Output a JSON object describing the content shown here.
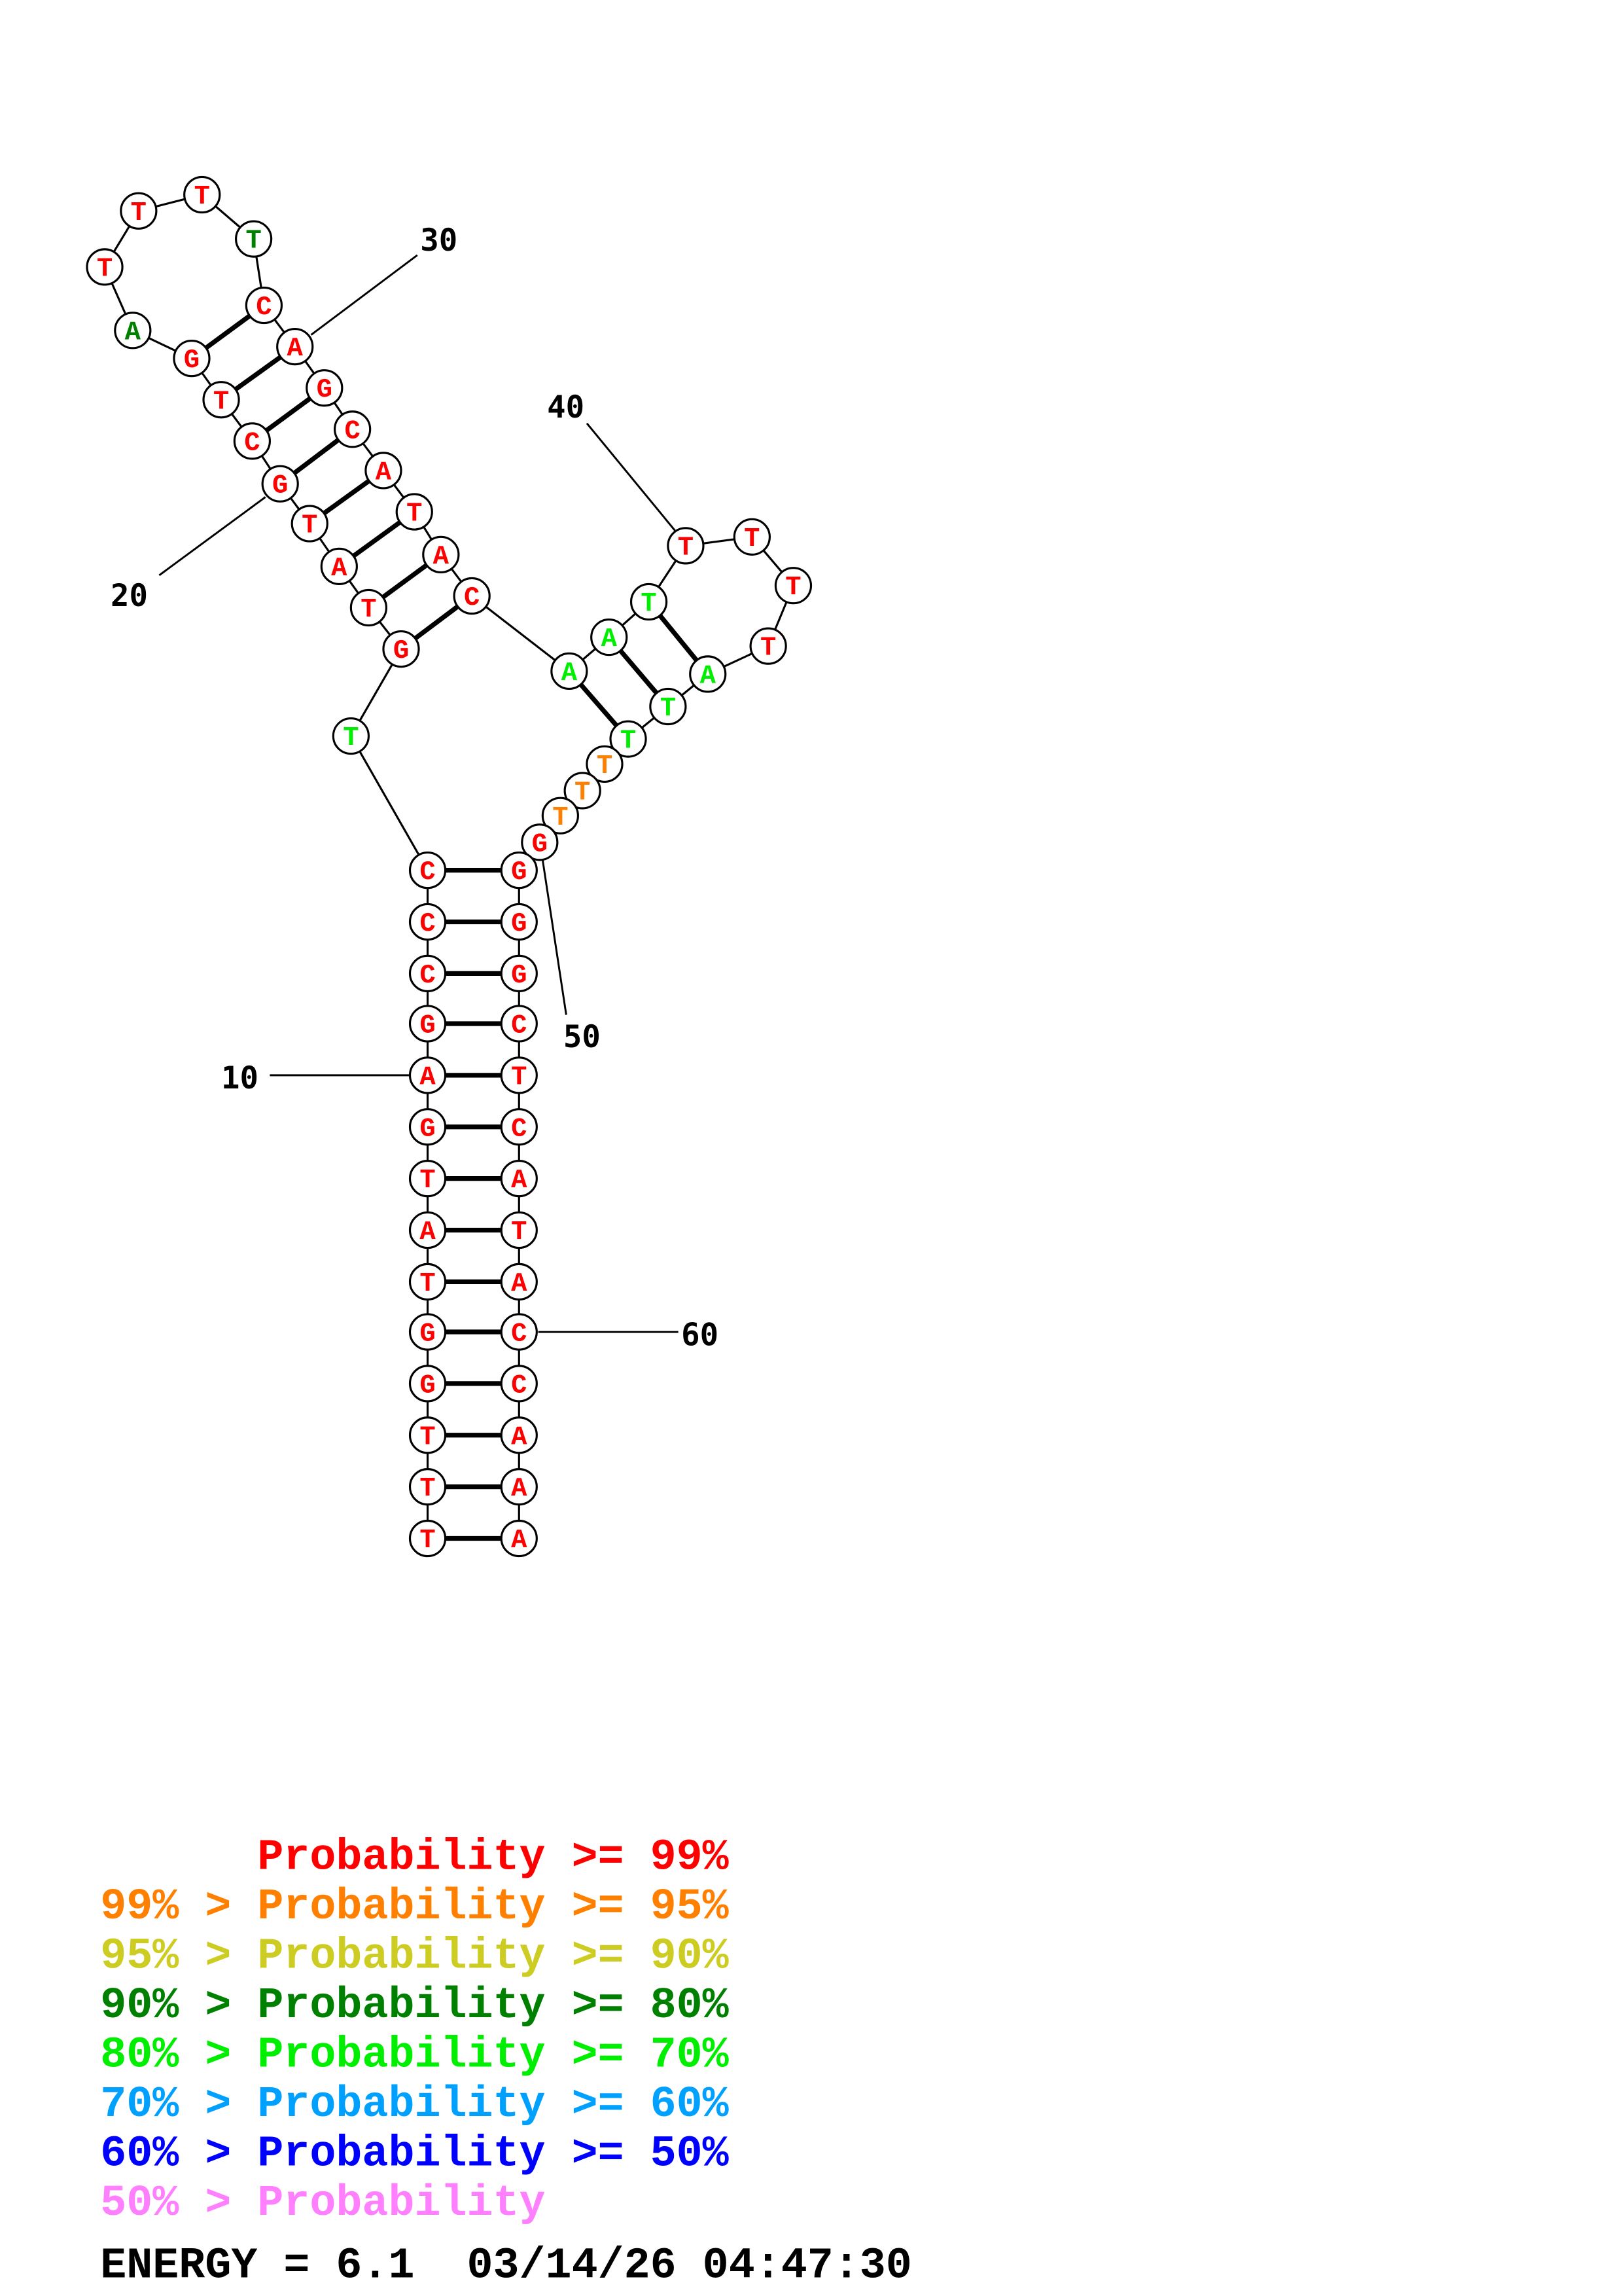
{
  "diagram": {
    "type": "RNA/DNA secondary structure",
    "sequence": [
      "T",
      "T",
      "T",
      "G",
      "G",
      "T",
      "A",
      "T",
      "G",
      "A",
      "G",
      "C",
      "C",
      "C",
      "T",
      "G",
      "T",
      "A",
      "T",
      "G",
      "C",
      "T",
      "G",
      "A",
      "T",
      "T",
      "T",
      "T",
      "C",
      "A",
      "G",
      "C",
      "A",
      "T",
      "A",
      "C",
      "A",
      "A",
      "T",
      "T",
      "T",
      "T",
      "T",
      "A",
      "T",
      "T",
      "T",
      "T",
      "T",
      "G",
      "G",
      "G",
      "G",
      "C",
      "T",
      "C",
      "A",
      "T",
      "A",
      "C",
      "C",
      "A",
      "A",
      "A"
    ],
    "probability_class": [
      "r",
      "r",
      "r",
      "r",
      "r",
      "r",
      "r",
      "r",
      "r",
      "r",
      "r",
      "r",
      "r",
      "r",
      "l",
      "r",
      "r",
      "r",
      "r",
      "r",
      "r",
      "r",
      "r",
      "g",
      "r",
      "r",
      "r",
      "g",
      "r",
      "r",
      "r",
      "r",
      "r",
      "r",
      "r",
      "r",
      "l",
      "l",
      "l",
      "r",
      "r",
      "r",
      "r",
      "l",
      "l",
      "l",
      "o",
      "o",
      "o",
      "r",
      "r",
      "r",
      "r",
      "r",
      "r",
      "r",
      "r",
      "r",
      "r",
      "r",
      "r",
      "r",
      "r",
      "r"
    ],
    "pairs": [
      [
        1,
        64
      ],
      [
        2,
        63
      ],
      [
        3,
        62
      ],
      [
        4,
        61
      ],
      [
        5,
        60
      ],
      [
        6,
        59
      ],
      [
        7,
        58
      ],
      [
        8,
        57
      ],
      [
        9,
        56
      ],
      [
        10,
        55
      ],
      [
        11,
        54
      ],
      [
        12,
        53
      ],
      [
        13,
        52
      ],
      [
        14,
        51
      ],
      [
        16,
        36
      ],
      [
        17,
        35
      ],
      [
        18,
        34
      ],
      [
        19,
        33
      ],
      [
        20,
        32
      ],
      [
        21,
        31
      ],
      [
        22,
        30
      ],
      [
        23,
        29
      ],
      [
        37,
        46
      ],
      [
        38,
        45
      ],
      [
        39,
        44
      ]
    ],
    "position_labels": [
      "10",
      "20",
      "30",
      "40",
      "50",
      "60"
    ]
  },
  "colors": {
    "r": "#ff0000",
    "o": "#ff8000",
    "y": "#cccc22",
    "g": "#008000",
    "l": "#00ee00",
    "c": "#00a0ff",
    "b": "#0000ff",
    "p": "#ff80ff"
  },
  "legend": [
    {
      "prefix": "      ",
      "text": "Probability >= 99%",
      "color": "#ff0000"
    },
    {
      "prefix": "99% > ",
      "text": "Probability >= 95%",
      "color": "#ff8000"
    },
    {
      "prefix": "95% > ",
      "text": "Probability >= 90%",
      "color": "#cccc22"
    },
    {
      "prefix": "90% > ",
      "text": "Probability >= 80%",
      "color": "#008000"
    },
    {
      "prefix": "80% > ",
      "text": "Probability >= 70%",
      "color": "#00ee00"
    },
    {
      "prefix": "70% > ",
      "text": "Probability >= 60%",
      "color": "#00a0ff"
    },
    {
      "prefix": "60% > ",
      "text": "Probability >= 50%",
      "color": "#0000ff"
    },
    {
      "prefix": "50% > ",
      "text": "Probability",
      "color": "#ff80ff"
    }
  ],
  "footer": {
    "energy_text": "ENERGY = 6.1  03/14/26 04:47:30"
  }
}
